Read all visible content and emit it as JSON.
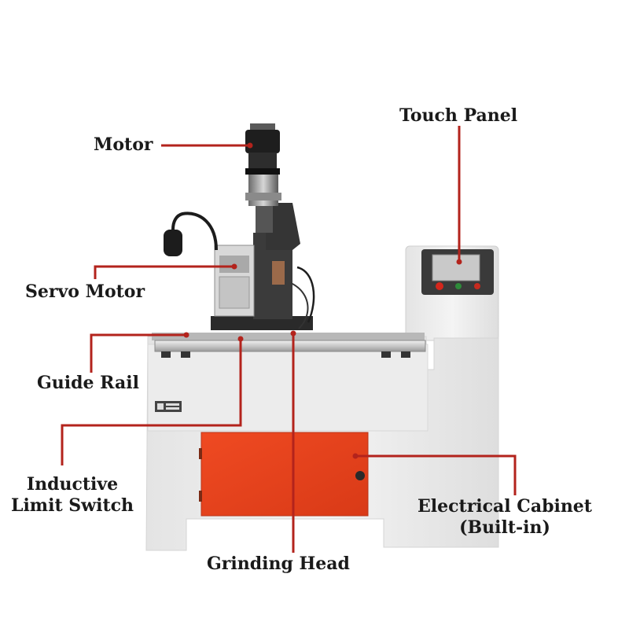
{
  "labels": {
    "motor": "Motor",
    "touch_panel": "Touch Panel",
    "servo_motor": "Servo Motor",
    "guide_rail": "Guide Rail",
    "inductive_limit_switch": [
      "Inductive",
      "Limit Switch"
    ],
    "electrical_cabinet": [
      "Electrical Cabinet",
      "(Built-in)"
    ],
    "grinding_head": "Grinding Head"
  },
  "colors": {
    "leader": "#b3231c",
    "cabinet_door": "#e8431e",
    "frame": "#eeeeee",
    "screen": "#c9c9c9"
  }
}
